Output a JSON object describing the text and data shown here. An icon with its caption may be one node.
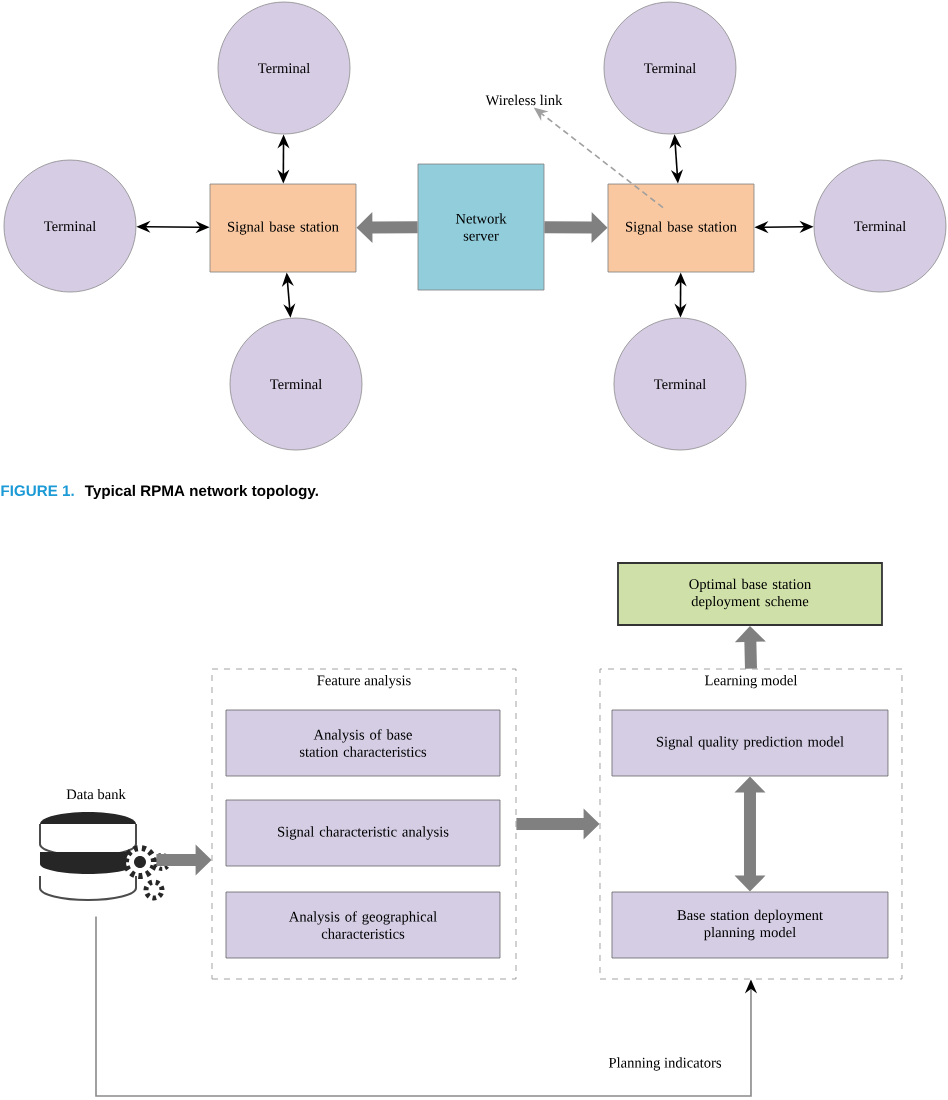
{
  "diagram": {
    "nodes": [
      {
        "text": [
          "Terminal"
        ]
      },
      {
        "text": [
          "Terminal"
        ]
      },
      {
        "text": [
          "Wireless link"
        ]
      },
      {
        "text": [
          "Terminal"
        ]
      },
      {
        "text": [
          "Signal base station"
        ]
      },
      {
        "text": [
          "Network server"
        ]
      },
      {
        "text": [
          "Signal base station"
        ]
      },
      {
        "text": [
          "Terminal"
        ]
      },
      {
        "text": [
          "Terminal"
        ]
      },
      {
        "text": [
          "Terminal"
        ]
      },
      {
        "text": [
          "Optimal base station deployment scheme"
        ]
      },
      {
        "text": [
          "Feature analysis"
        ]
      },
      {
        "text": [
          "Analysis of base station characteristics"
        ],
        "in": 11
      },
      {
        "text": [
          "Signal characteristic analysis"
        ],
        "in": 11
      },
      {
        "text": [
          "Analysis of geographical characteristics"
        ],
        "in": 11
      },
      {
        "text": [
          "Learning model"
        ]
      },
      {
        "text": [
          "Signal quality prediction model"
        ],
        "in": 15
      },
      {
        "text": [
          "Base station deployment planning model"
        ],
        "in": 15
      },
      {
        "text": [
          "Data bank"
        ]
      }
    ],
    "edges": [
      {
        "from": 0,
        "to": 4,
        "arrow": "both"
      },
      {
        "from": 3,
        "to": 4,
        "arrow": "both"
      },
      {
        "from": 8,
        "to": 4,
        "arrow": "both"
      },
      {
        "from": 1,
        "to": 6,
        "arrow": "both"
      },
      {
        "from": 7,
        "to": 6,
        "arrow": "both"
      },
      {
        "from": 9,
        "to": 6,
        "arrow": "both"
      },
      {
        "from": 5,
        "to": 4,
        "arrow": "to",
        "style": "thick",
        "color": "#808080"
      },
      {
        "from": 5,
        "to": 6,
        "arrow": "to",
        "style": "thick",
        "color": "#808080"
      },
      {
        "from": 6,
        "to": 2,
        "arrow": "to",
        "style": "dashed",
        "color": "#a0a0a0"
      },
      {
        "from": 18,
        "to": 11,
        "arrow": "to",
        "style": "thick",
        "color": "#808080"
      },
      {
        "from": 11,
        "to": 15,
        "arrow": "to",
        "style": "thick",
        "color": "#808080"
      },
      {
        "from": 15,
        "to": 10,
        "arrow": "to",
        "style": "thick",
        "color": "#808080"
      },
      {
        "from": 16,
        "to": 17,
        "arrow": "both",
        "style": "thick",
        "color": "#808080"
      },
      {
        "from": 18,
        "to": 15,
        "arrow": "to",
        "label": "Planning indicators",
        "color": "#8a8a8a"
      }
    ],
    "labels": [
      "FIGURE 1.",
      "Typical RPMA network topology."
    ]
  }
}
